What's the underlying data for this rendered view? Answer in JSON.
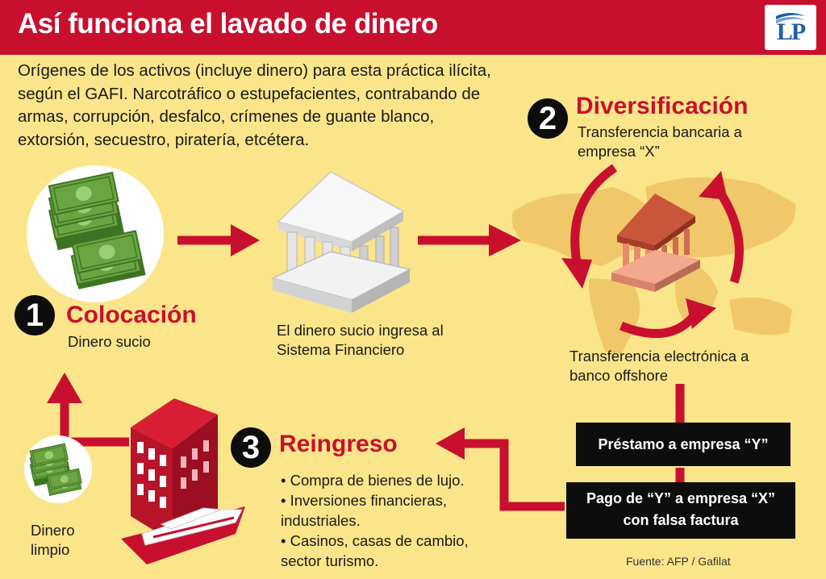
{
  "header": {
    "title": "Así funciona el lavado de dinero",
    "logo_text": "LP"
  },
  "intro": "Orígenes de los activos (incluye dinero) para esta práctica ilícita, según el GAFI. Narcotráfico o estupefacientes, contrabando de armas, corrupción, desfalco, crímenes de guante blanco, extorsión, secuestro, piratería, etcétera.",
  "steps": [
    {
      "number": "1",
      "title": "Colocación",
      "subtitle": "Dinero sucio"
    },
    {
      "number": "2",
      "title": "Diversificación",
      "subtitle": "Transferencia bancaria a empresa “X”"
    },
    {
      "number": "3",
      "title": "Reingreso",
      "subtitle": ""
    }
  ],
  "labels": {
    "financial_system": "El dinero sucio ingresa al Sistema Financiero",
    "offshore": "Transferencia electrónica a banco offshore",
    "clean_money": "Dinero limpio"
  },
  "boxes": {
    "loan": "Préstamo a empresa “Y”",
    "payment_line1": "Pago de “Y” a empresa “X”",
    "payment_line2": "con falsa factura"
  },
  "reingreso_items": [
    "• Compra de bienes de lujo.",
    "• Inversiones financieras, industriales.",
    "• Casinos, casas de cambio, sector turismo."
  ],
  "source": "Fuente: AFP / Gafilat",
  "colors": {
    "accent_red": "#c8102e",
    "background": "#fbe58a",
    "money_green": "#5f9a3a",
    "box_black": "#0d0d0d"
  }
}
